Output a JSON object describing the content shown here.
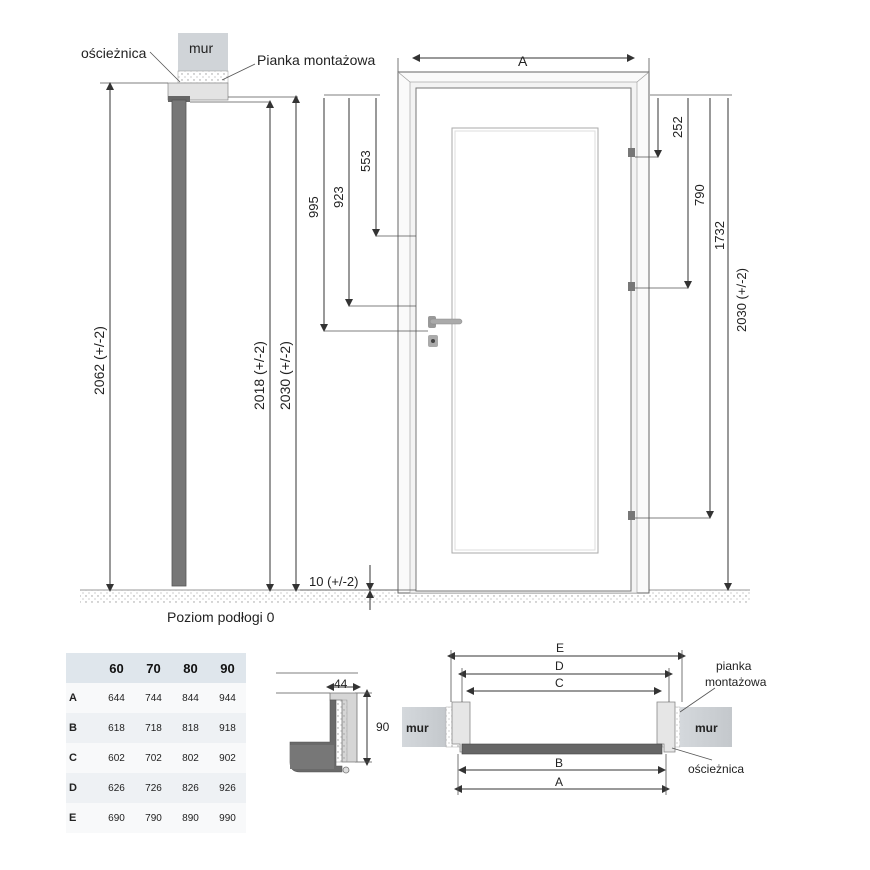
{
  "side_view": {
    "label_frame": "ościeżnica",
    "label_wall": "mur",
    "label_foam": "Pianka montażowa",
    "dim_total": "2062 (+/-2)",
    "dim_2018": "2018 (+/-2)",
    "dim_2030": "2030 (+/-2)",
    "floor_label": "Poziom podłogi 0"
  },
  "front_view": {
    "label_width": "A",
    "dim_995": "995",
    "dim_923": "923",
    "dim_553": "553",
    "dim_252": "252",
    "dim_790": "790",
    "dim_1732": "1732",
    "dim_2030": "2030 (+/-2)",
    "dim_gap": "10 (+/-2)"
  },
  "table": {
    "headers": [
      "",
      "60",
      "70",
      "80",
      "90"
    ],
    "rows": [
      {
        "label": "A",
        "values": [
          "644",
          "744",
          "844",
          "944"
        ]
      },
      {
        "label": "B",
        "values": [
          "618",
          "718",
          "818",
          "918"
        ]
      },
      {
        "label": "C",
        "values": [
          "602",
          "702",
          "802",
          "902"
        ]
      },
      {
        "label": "D",
        "values": [
          "626",
          "726",
          "826",
          "926"
        ]
      },
      {
        "label": "E",
        "values": [
          "690",
          "790",
          "890",
          "990"
        ]
      }
    ]
  },
  "profile_detail": {
    "dim_44": "44",
    "dim_90": "90"
  },
  "section_view": {
    "label_E": "E",
    "label_D": "D",
    "label_C": "C",
    "label_B": "B",
    "label_A": "A",
    "label_wall_left": "mur",
    "label_wall_right": "mur",
    "label_foam_1": "pianka",
    "label_foam_2": "montażowa",
    "label_frame": "ościeżnica"
  }
}
